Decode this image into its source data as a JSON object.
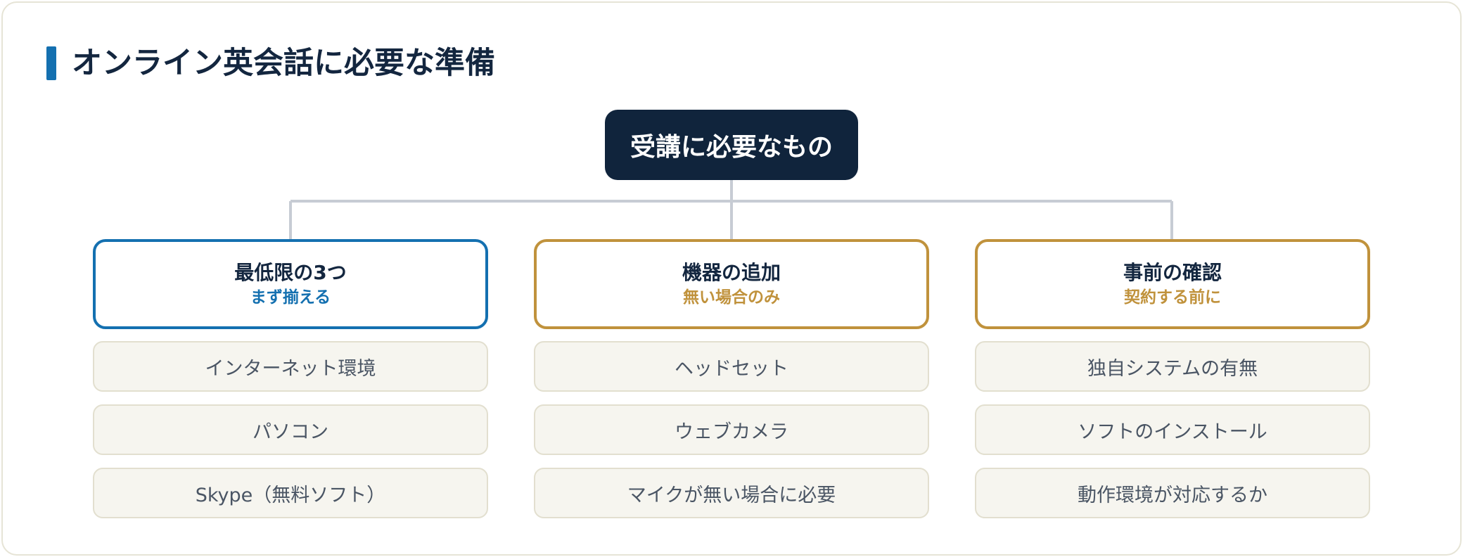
{
  "page": {
    "title": "オンライン英会話に必要な準備"
  },
  "root": {
    "label": "受講に必要なもの"
  },
  "branches": [
    {
      "title": "最低限の3つ",
      "subtitle": "まず揃える",
      "accent": "#1470b0",
      "items": [
        "インターネット環境",
        "パソコン",
        "Skype（無料ソフト）"
      ]
    },
    {
      "title": "機器の追加",
      "subtitle": "無い場合のみ",
      "accent": "#c0923c",
      "items": [
        "ヘッドセット",
        "ウェブカメラ",
        "マイクが無い場合に必要"
      ]
    },
    {
      "title": "事前の確認",
      "subtitle": "契約する前に",
      "accent": "#c0923c",
      "items": [
        "独自システムの有無",
        "ソフトのインストール",
        "動作環境が対応するか"
      ]
    }
  ],
  "colors": {
    "navy": "#10243c",
    "blue": "#1470b0",
    "gold": "#c0923c",
    "connector": "#c7ccd4",
    "item_bg": "#f6f5ef"
  }
}
